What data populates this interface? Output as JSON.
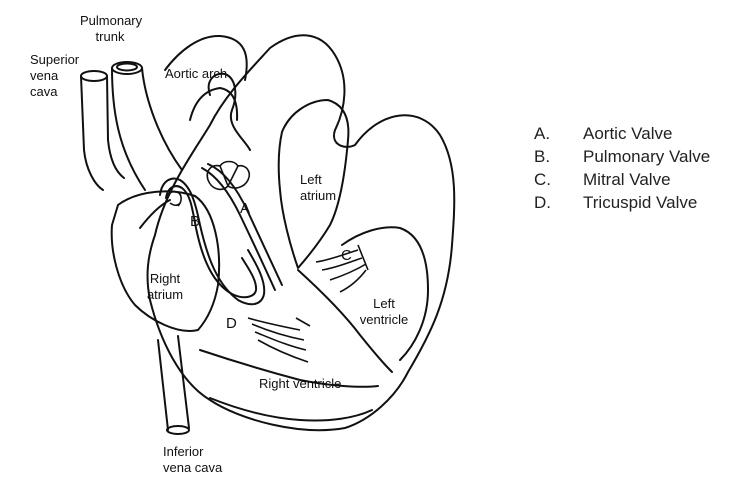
{
  "labels": {
    "pulmonary_trunk": [
      "Pulmonary",
      "trunk"
    ],
    "superior_vena_cava": [
      "Superior",
      "vena",
      "cava"
    ],
    "aortic_arch": "Aortic arch",
    "left_atrium": [
      "Left",
      "atrium"
    ],
    "right_atrium": [
      "Right",
      "atrium"
    ],
    "left_ventricle": [
      "Left",
      "ventricle"
    ],
    "right_ventricle": "Right ventricle",
    "inferior_vena_cava": [
      "Inferior",
      "vena cava"
    ]
  },
  "valve_letters": {
    "a": "A",
    "b": "B",
    "c": "C",
    "d": "D"
  },
  "legend": [
    {
      "letter": "A.",
      "name": "Aortic Valve"
    },
    {
      "letter": "B.",
      "name": "Pulmonary Valve"
    },
    {
      "letter": "C.",
      "name": "Mitral Valve"
    },
    {
      "letter": "D.",
      "name": "Tricuspid Valve"
    }
  ],
  "colors": {
    "line": "#111111",
    "background": "#ffffff",
    "text": "#111111"
  }
}
